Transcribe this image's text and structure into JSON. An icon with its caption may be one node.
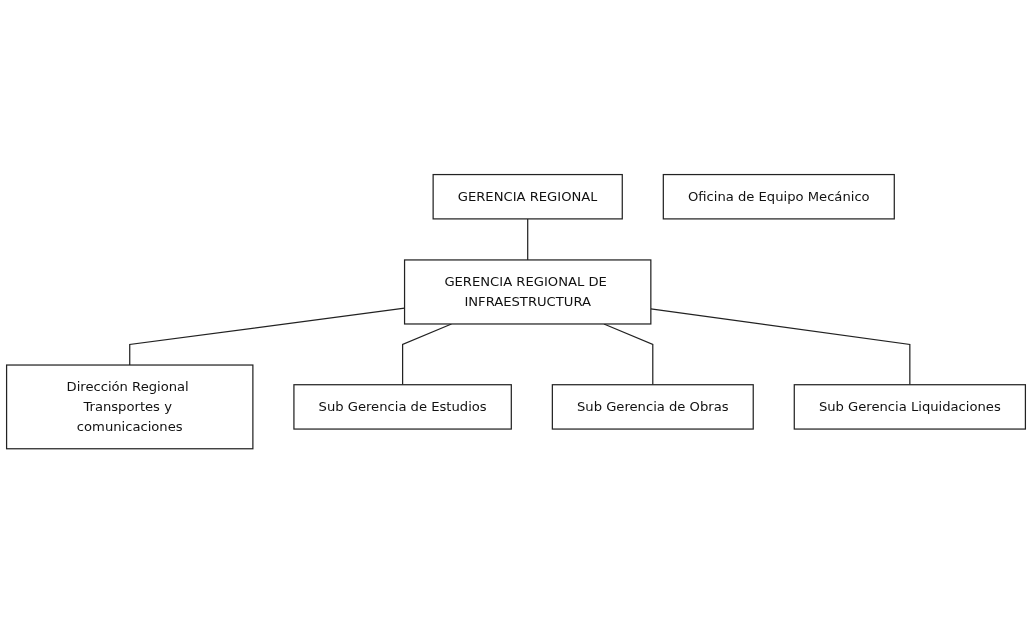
{
  "diagram": {
    "nodes": [
      {
        "text": [
          "GERENCIA REGIONAL"
        ]
      },
      {
        "text": [
          "GERENCIA REGIONAL DE INFRAESTRUCTURA"
        ]
      },
      {
        "text": [
          "Dirección Regional Transportes y comunicaciones"
        ]
      },
      {
        "text": [
          "Sub Gerencia de Estudios"
        ]
      },
      {
        "text": [
          "Sub Gerencia de Obras"
        ]
      },
      {
        "text": [
          "Sub Gerencia Liquidaciones"
        ]
      },
      {
        "text": [
          "Oficina de Equipo Mecánico"
        ]
      }
    ],
    "edges": [
      {
        "from": 0,
        "to": 1,
        "arrow": "none"
      },
      {
        "from": 1,
        "to": 2,
        "arrow": "none"
      },
      {
        "from": 1,
        "to": 3,
        "arrow": "none"
      },
      {
        "from": 1,
        "to": 4,
        "arrow": "none"
      },
      {
        "from": 1,
        "to": 5,
        "arrow": "none"
      }
    ]
  }
}
